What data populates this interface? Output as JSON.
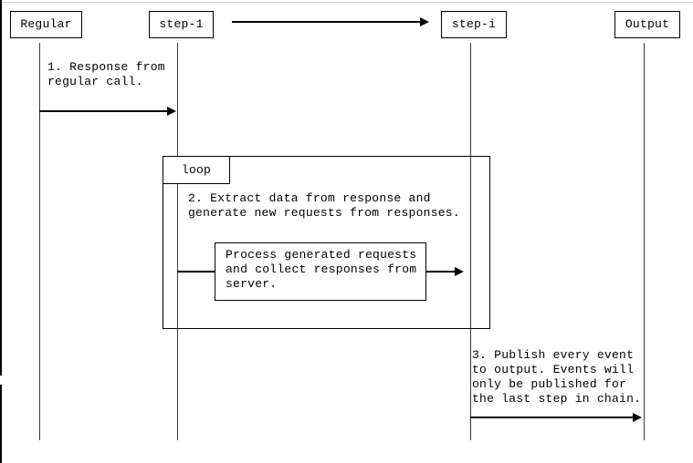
{
  "diagram": {
    "type": "uml-sequence-diagram",
    "participants": [
      {
        "label": "Regular"
      },
      {
        "label": "step-1"
      },
      {
        "label": "step-i"
      },
      {
        "label": "Output"
      }
    ],
    "loop_label": "loop",
    "messages": {
      "msg1": "1. Response from\nregular call.",
      "msg2": "2. Extract data from response and\ngenerate new requests from responses.",
      "process": "Process generated requests\nand collect responses from\nserver.",
      "msg3": "3. Publish every event\nto output. Events will\nonly be published for\nthe last step in chain."
    },
    "colors": {
      "line": "#000000",
      "lifeline": "#3a3a3a",
      "top_rule": "#c9c9c9",
      "background": "#ffffff"
    }
  }
}
